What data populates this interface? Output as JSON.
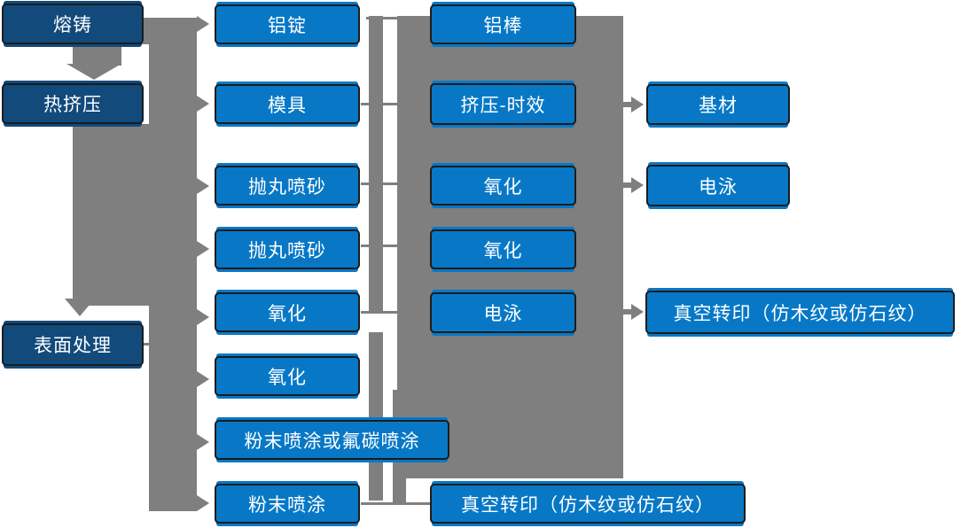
{
  "colors": {
    "stage_box_fill": "#124a7c",
    "process_box_fill": "#0878c6",
    "connector_gray": "#7f7f7f",
    "box_border": "#1c1c1c",
    "text": "#ffffff",
    "background": "#ffffff"
  },
  "flow": {
    "stages": [
      {
        "label": "熔铸"
      },
      {
        "label": "热挤压"
      },
      {
        "label": "表面处理"
      }
    ],
    "prep_column": [
      {
        "label": "铝锭"
      },
      {
        "label": "模具"
      },
      {
        "label": "抛丸喷砂"
      },
      {
        "label": "抛丸喷砂"
      },
      {
        "label": "氧化"
      },
      {
        "label": "氧化"
      },
      {
        "label": "粉末喷涂或氟碳喷涂"
      },
      {
        "label": "粉末喷涂"
      }
    ],
    "process_column": [
      {
        "label": "铝棒"
      },
      {
        "label": "挤压-时效"
      },
      {
        "label": "氧化"
      },
      {
        "label": "氧化"
      },
      {
        "label": "电泳"
      },
      {
        "label": "真空转印（仿木纹或仿石纹）"
      }
    ],
    "output_column": [
      {
        "label": "基材"
      },
      {
        "label": "电泳"
      },
      {
        "label": "真空转印（仿木纹或仿石纹）"
      }
    ]
  }
}
